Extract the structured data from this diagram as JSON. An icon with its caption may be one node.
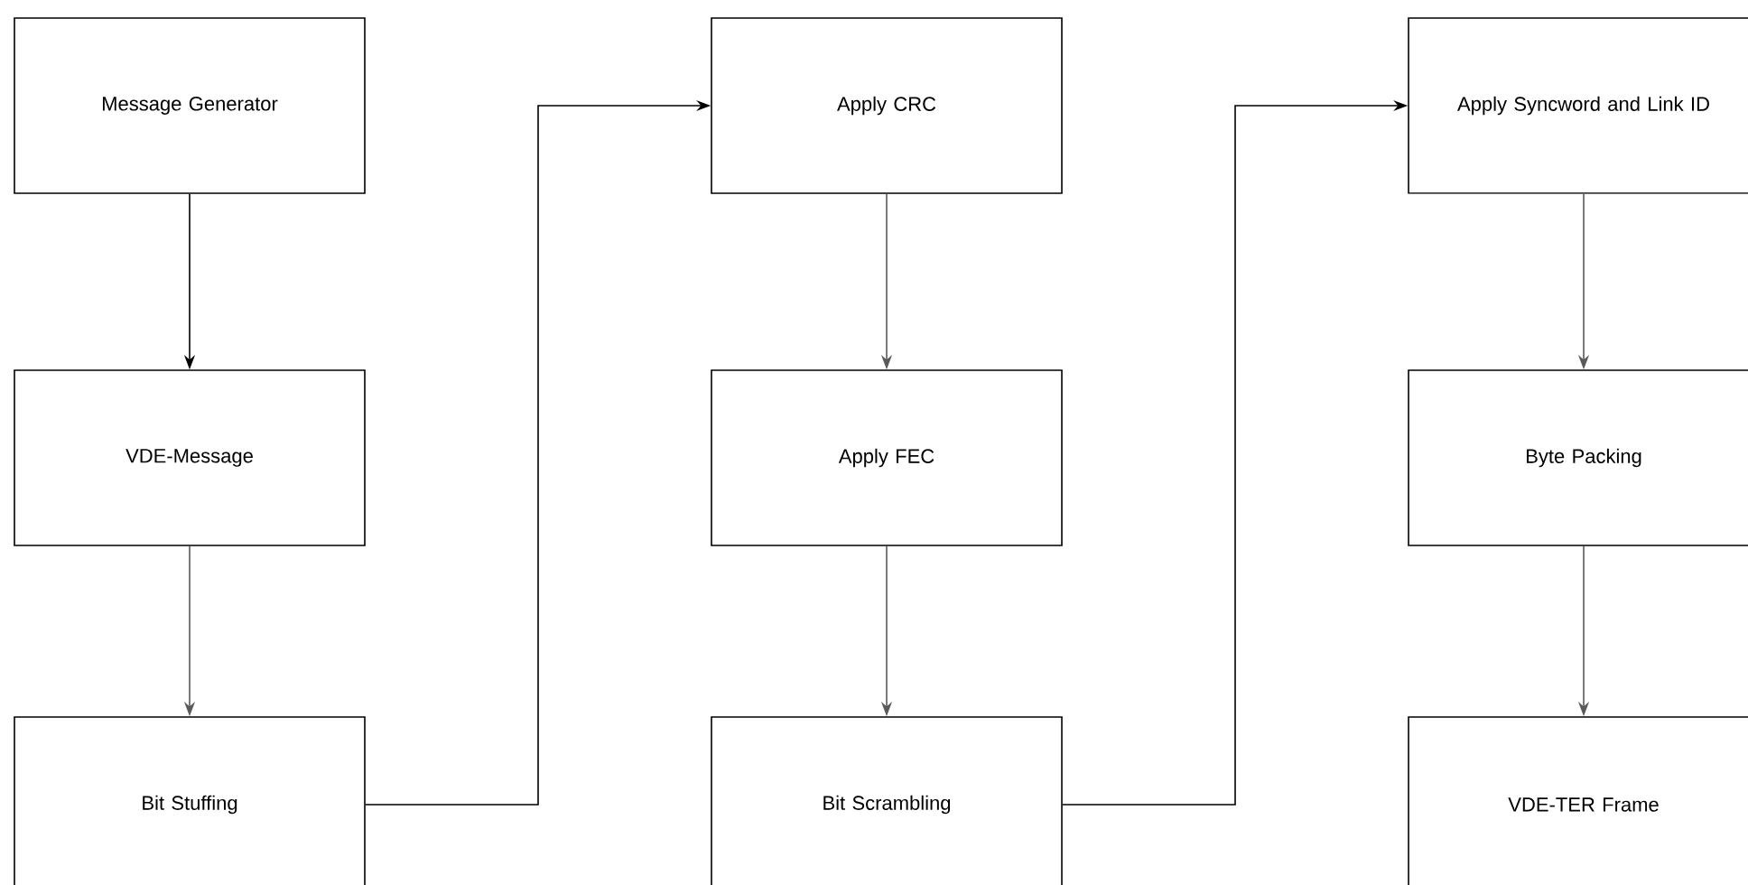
{
  "diagram": {
    "nodes": [
      {
        "text": [
          "Message Generator"
        ]
      },
      {
        "text": [
          "VDE-Message"
        ]
      },
      {
        "text": [
          "Bit Stuffing"
        ]
      },
      {
        "text": [
          "Apply CRC"
        ]
      },
      {
        "text": [
          "Apply FEC"
        ]
      },
      {
        "text": [
          "Bit Scrambling"
        ]
      },
      {
        "text": [
          "Apply Syncword and Link ID"
        ]
      },
      {
        "text": [
          "Byte Packing"
        ]
      },
      {
        "text": [
          "VDE-TER Frame"
        ]
      }
    ],
    "edges": [
      {
        "from": 0,
        "to": 1,
        "arrow": "to"
      },
      {
        "from": 1,
        "to": 2,
        "arrow": "to",
        "color": "#5a5a5a"
      },
      {
        "from": 2,
        "to": 3,
        "arrow": "to"
      },
      {
        "from": 3,
        "to": 4,
        "arrow": "to",
        "color": "#5a5a5a"
      },
      {
        "from": 4,
        "to": 5,
        "arrow": "to",
        "color": "#5a5a5a"
      },
      {
        "from": 5,
        "to": 6,
        "arrow": "to"
      },
      {
        "from": 6,
        "to": 7,
        "arrow": "to",
        "color": "#5a5a5a"
      },
      {
        "from": 7,
        "to": 8,
        "arrow": "to",
        "color": "#5a5a5a"
      }
    ]
  }
}
